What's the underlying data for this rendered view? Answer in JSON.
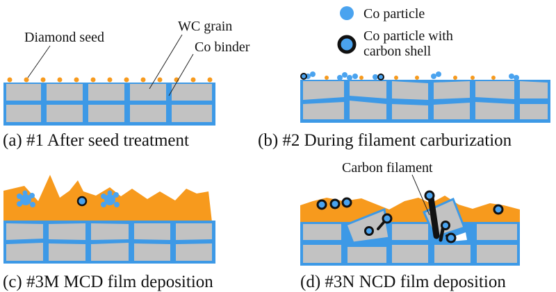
{
  "legend": {
    "co_particle": "Co particle",
    "co_shell_line1": "Co particle with",
    "co_shell_line2": "carbon shell"
  },
  "panel_a": {
    "caption": "(a) #1 After seed treatment",
    "label_seed": "Diamond seed",
    "label_wc": "WC grain",
    "label_co": "Co binder"
  },
  "panel_b": {
    "caption": "(b) #2 During filament carburization"
  },
  "panel_c": {
    "caption": "(c) #3M MCD film deposition"
  },
  "panel_d": {
    "caption": "(d) #3N NCD film deposition",
    "label_filament": "Carbon filament"
  },
  "colors": {
    "wc_grain": "#c2c2c2",
    "co_binder": "#3d99e6",
    "diamond": "#f79a1d",
    "co_particle": "#4aa3ef",
    "carbon_shell": "#111111"
  }
}
